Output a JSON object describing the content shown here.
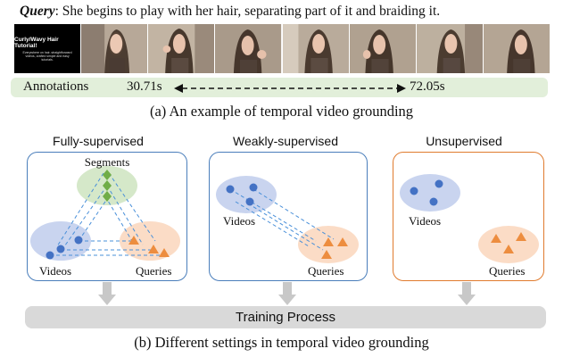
{
  "query": {
    "label": "Query",
    "text": ": She begins to play with her hair, separating part of it and braiding it."
  },
  "video_title_frame": {
    "title": "Curly/Wavy Hair Tutorial!",
    "subtitle": "Everywhere on hair, straightforward videos, crafted simple and easy tutorials."
  },
  "annotations": {
    "label": "Annotations",
    "start": "30.71s",
    "end": "72.05s"
  },
  "caption_a": "(a) An example of temporal video grounding",
  "settings": [
    {
      "title": "Fully-supervised",
      "segments_label": "Segments",
      "videos_label": "Videos",
      "queries_label": "Queries",
      "color": "#4a7ebb"
    },
    {
      "title": "Weakly-supervised",
      "videos_label": "Videos",
      "queries_label": "Queries",
      "color": "#4a7ebb"
    },
    {
      "title": "Unsupervised",
      "videos_label": "Videos",
      "queries_label": "Queries",
      "color": "#e07b2e"
    }
  ],
  "training_process": "Training Process",
  "caption_b": "(b) Different settings in temporal video grounding",
  "colors": {
    "video_dot": "#4472c4",
    "video_ellipse": "#c9d4ef",
    "query_tri": "#ed8d3f",
    "query_ellipse": "#fbdcc6",
    "segment_diamond": "#70ad47",
    "segment_ellipse": "#d5e8c9",
    "annot_bar": "#e2efda"
  }
}
